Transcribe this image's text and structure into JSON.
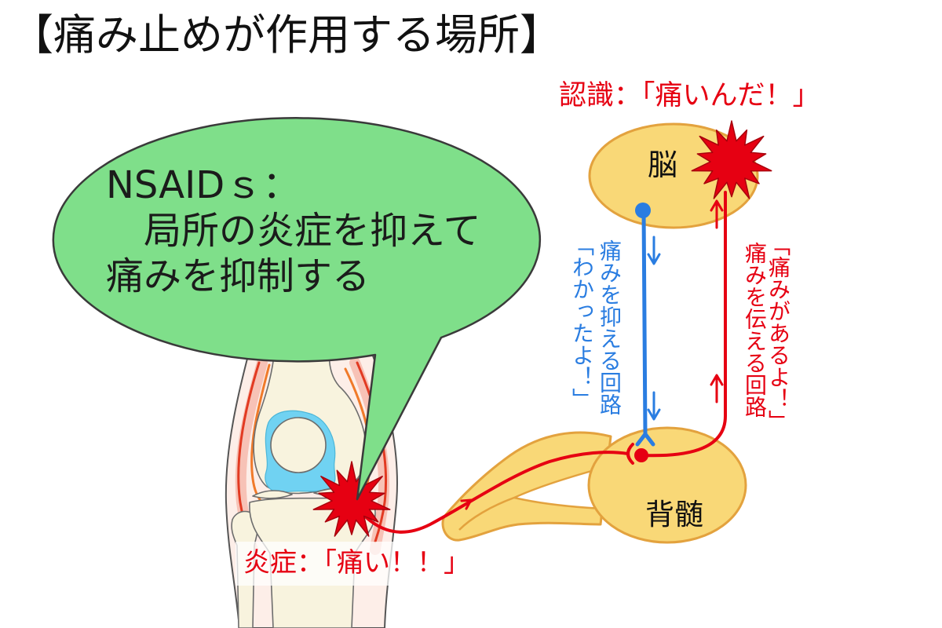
{
  "title": "【痛み止めが作用する場所】",
  "bubble": {
    "line1": "NSAIDｓ：",
    "line2": "　局所の炎症を抑えて",
    "line3": "痛みを抑制する"
  },
  "brain": {
    "label": "脳"
  },
  "spinal_cord": {
    "label": "背髄"
  },
  "recognition_text": "認識：「痛いんだ！」",
  "inflammation_text": "炎症：「痛い！！」",
  "suppression_pathway": {
    "label": "痛みを抑える回路",
    "quote": "「わかったよ！」"
  },
  "transmission_pathway": {
    "label": "痛みを伝える回路",
    "quote": "「痛みがあるよ！」"
  },
  "icons": {
    "pain": "pain-burst-icon",
    "down": "arrow-down-icon",
    "up": "arrow-up-icon"
  },
  "colors": {
    "pain_red": "#e60012",
    "suppression_blue": "#2a7de1",
    "bubble_green": "#7fdf8a",
    "organ_yellow": "#f9d877",
    "organ_outline": "#e3a23e",
    "cartilage_blue": "#70d2f2",
    "bone": "#f8f3de",
    "membrane": "#f07a2a"
  }
}
